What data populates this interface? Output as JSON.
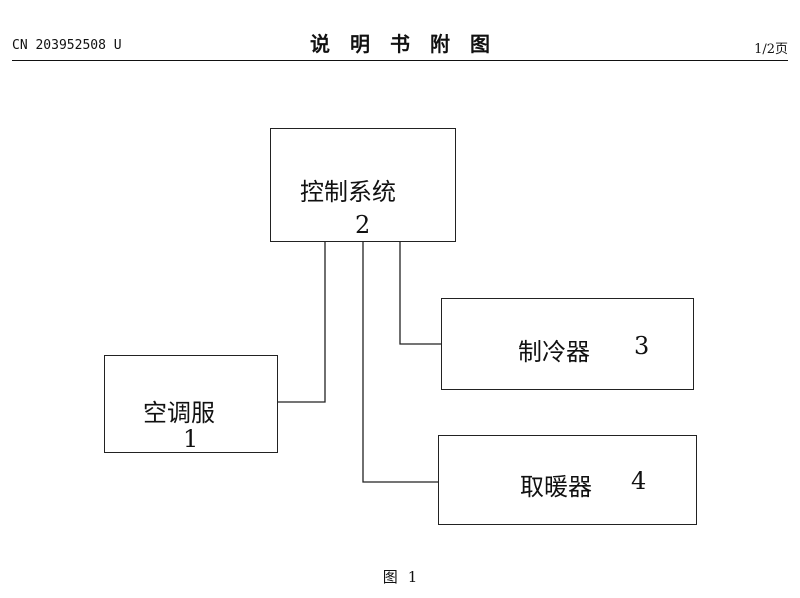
{
  "header": {
    "doc_number": "CN 203952508 U",
    "section_title": "说明书附图",
    "page_indicator": "1/2页"
  },
  "diagram": {
    "nodes": [
      {
        "id": "control",
        "label": "控制系统",
        "number": "2"
      },
      {
        "id": "suit",
        "label": "空调服",
        "number": "1"
      },
      {
        "id": "cooler",
        "label": "制冷器",
        "number": "3"
      },
      {
        "id": "heater",
        "label": "取暖器",
        "number": "4"
      }
    ],
    "edges": [
      {
        "from": "control",
        "to": "suit"
      },
      {
        "from": "control",
        "to": "cooler"
      },
      {
        "from": "control",
        "to": "heater"
      }
    ]
  },
  "caption": {
    "word": "图",
    "number": "1"
  }
}
